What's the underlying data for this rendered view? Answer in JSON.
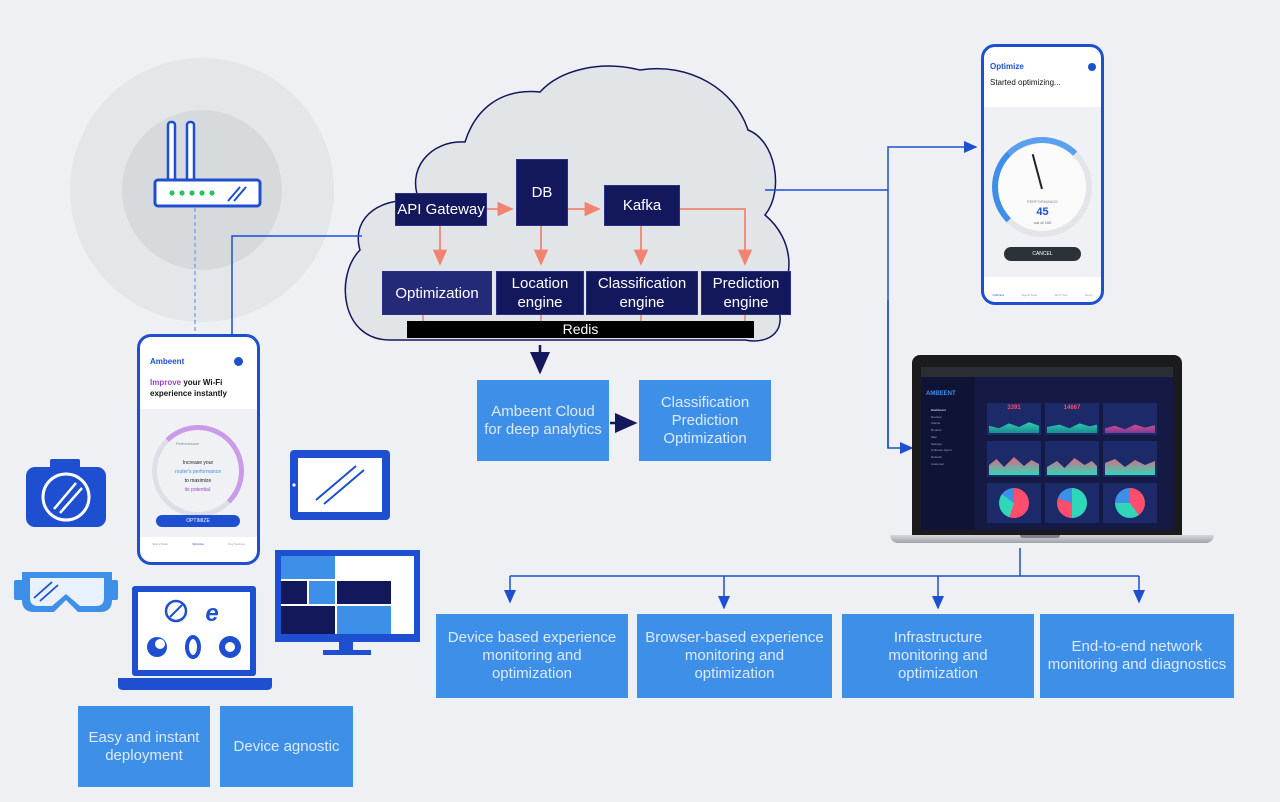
{
  "cloud": {
    "api_gateway": "API Gateway",
    "db": "DB",
    "kafka": "Kafka",
    "optimization": "Optimization",
    "location_engine": "Location\nengine",
    "classification_engine": "Classification\nengine",
    "prediction_engine": "Prediction\nengine",
    "redis": "Redis"
  },
  "cloud_outputs": {
    "ambeent_cloud": "Ambeent Cloud\nfor deep analytics",
    "classification_prediction": "Classification\nPrediction\nOptimization"
  },
  "bottom_boxes": [
    "Device based experience\nmonitoring and optimization",
    "Browser-based experience\nmonitoring and optimization",
    "Infrastructure\nmonitoring and optimization",
    "End-to-end network\nmonitoring and diagnostics"
  ],
  "left_boxes": {
    "easy": "Easy and instant\ndeployment",
    "agnostic": "Device agnostic"
  },
  "left_phone": {
    "brand": "Ambeent",
    "headline_accent": "Improve",
    "headline_rest": " your Wi-Fi",
    "headline_line2": "experience instantly",
    "gauge_caption": "Performance",
    "line1": "Increase your",
    "line2": "router's performance",
    "line3": "to maximize",
    "line4": "its potential.",
    "button": "OPTIMIZE",
    "nav": [
      "Signal Scan",
      "Optimize",
      "Key Devices"
    ]
  },
  "right_phone": {
    "title": "Optimize",
    "status": "Started optimizing...",
    "perf_label": "PERFORMANCE",
    "value": "45",
    "out_of": "out of 100",
    "button": "CANCEL",
    "nav": [
      "Optimize",
      "Signal Scan",
      "Wi-Fi Test",
      "Setup"
    ]
  },
  "laptop": {
    "brand": "AMBEENT",
    "menu": [
      "Dashboard",
      "Devices",
      "Clients",
      "Routers",
      "Map",
      "Settings",
      "Ambeent Agent",
      "Network",
      "Customer"
    ],
    "stat1": "3391",
    "stat2": "14667"
  },
  "vr_label": "VR",
  "colors": {
    "background": "#eef0f3",
    "dark_navy": "#13175c",
    "light_blue": "#3e8fe8",
    "connector": "#1d4fd0",
    "arrow_salmon": "#f08470"
  }
}
